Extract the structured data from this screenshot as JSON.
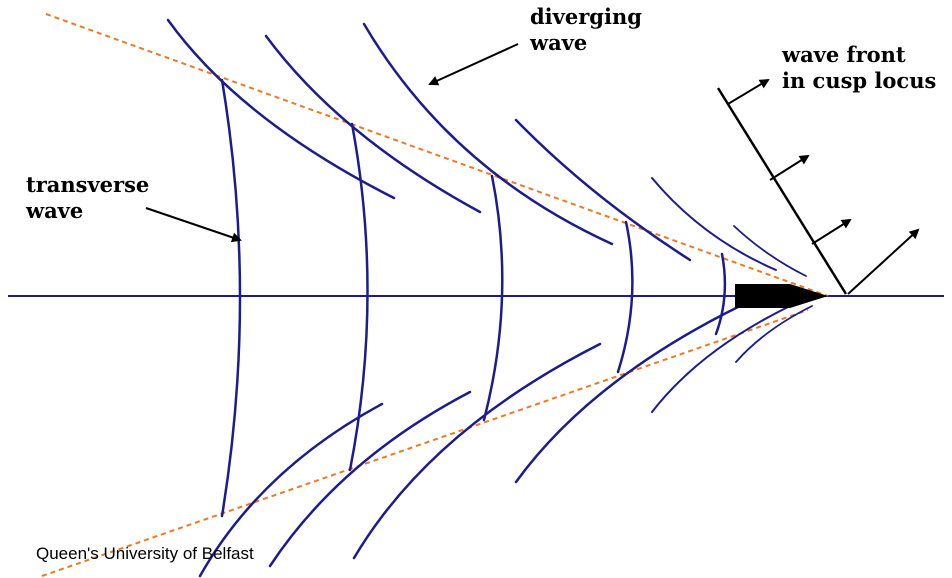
{
  "labels": {
    "diverging_line1": "diverging",
    "diverging_line2": "wave",
    "wavefront_line1": "wave front",
    "wavefront_line2": "in cusp locus",
    "transverse_line1": "transverse",
    "transverse_line2": "wave",
    "credit": "Queen's University of Belfast"
  },
  "colors": {
    "wave": "#1c1c8c",
    "cusp_line": "#f07820",
    "text": "#000000",
    "background": "#ffffff"
  },
  "icons": [
    "ship-icon",
    "arrow-icon"
  ]
}
